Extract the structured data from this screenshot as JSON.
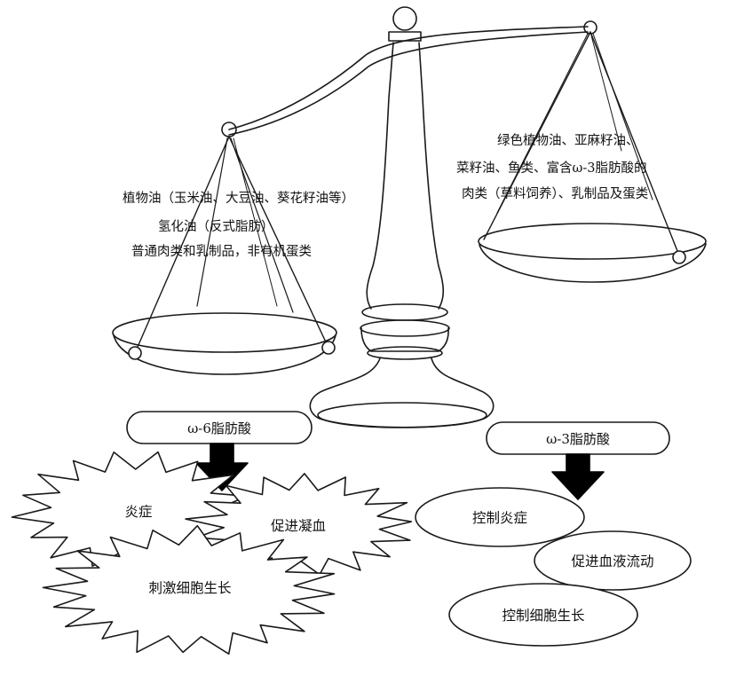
{
  "left_pan": {
    "lines": [
      "植物油（玉米油、大豆油、葵花籽油等）",
      "氢化油（反式脂肪）",
      "普通肉类和乳制品，非有机蛋类"
    ]
  },
  "right_pan": {
    "lines": [
      "绿色植物油、亚麻籽油、",
      "菜籽油、鱼类、富含ω-3脂肪酸的",
      "肉类（草料饲养）、乳制品及蛋类"
    ]
  },
  "omega6": {
    "label": "ω-6脂肪酸",
    "effects": [
      "炎症",
      "促进凝血",
      "刺激细胞生长"
    ]
  },
  "omega3": {
    "label": "ω-3脂肪酸",
    "effects": [
      "控制炎症",
      "促进血液流动",
      "控制细胞生长"
    ]
  },
  "colors": {
    "ink": "#1a1a1a",
    "arrow": "#000000",
    "background": "#ffffff"
  }
}
